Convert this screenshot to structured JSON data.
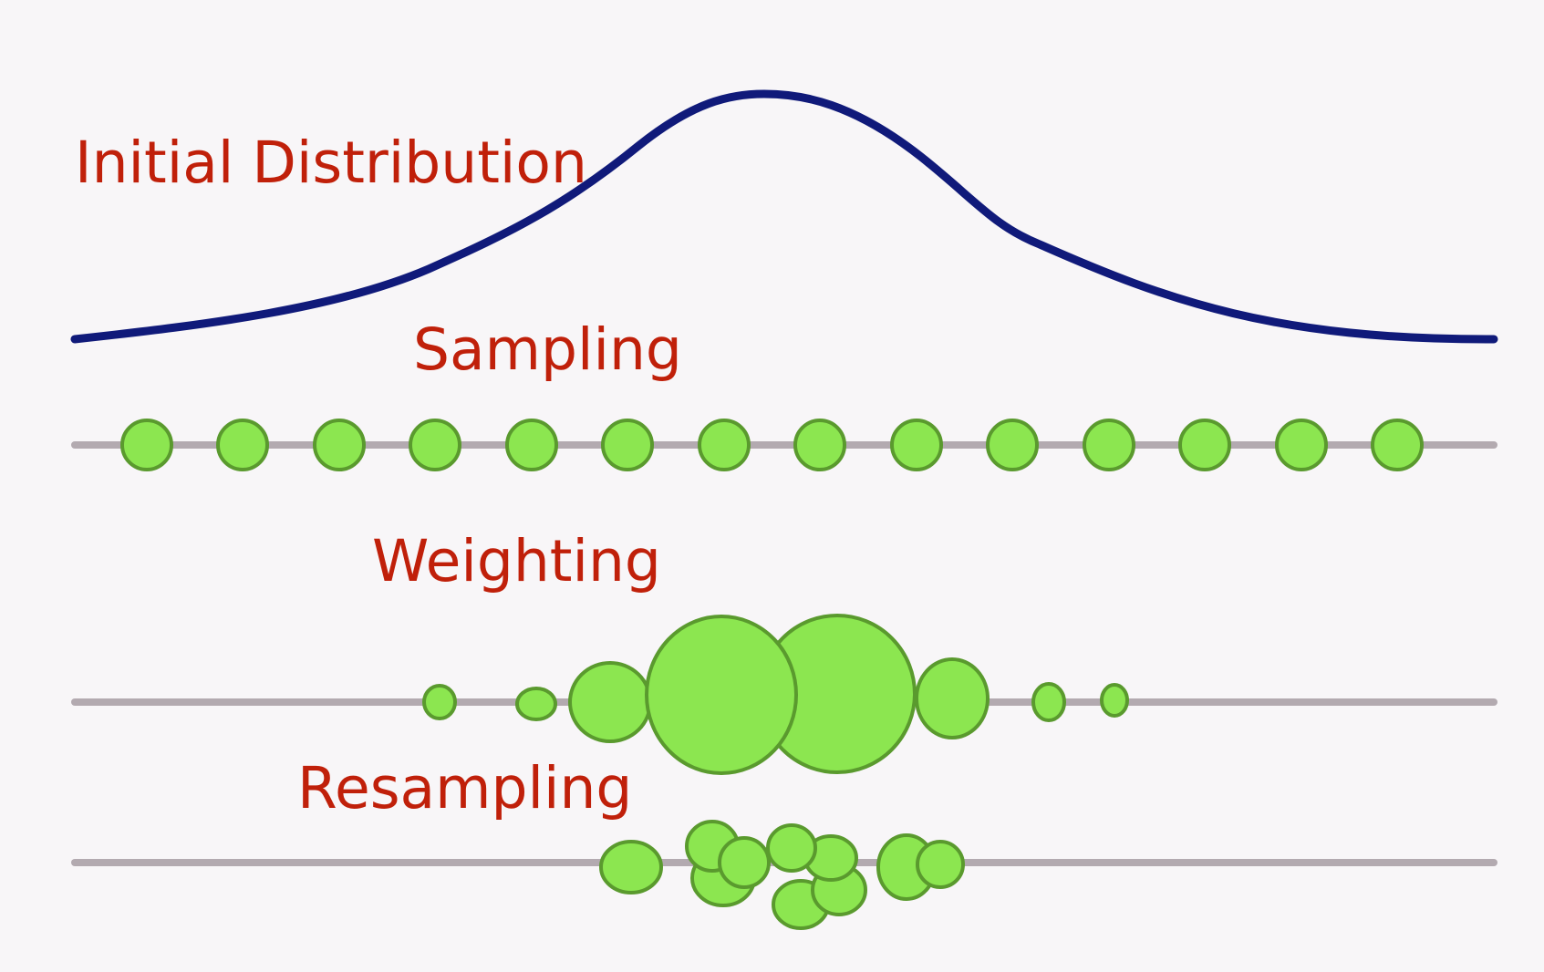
{
  "labels": {
    "initial": "Initial Distribution",
    "sampling": "Sampling",
    "weighting": "Weighting",
    "resampling": "Resampling"
  },
  "colors": {
    "background": "#f8f6f8",
    "label_text": "#c0200a",
    "curve": "#101a7a",
    "axis": "#b3aab0",
    "particle_fill": "#8ce650",
    "particle_stroke": "#5a9a2e"
  }
}
